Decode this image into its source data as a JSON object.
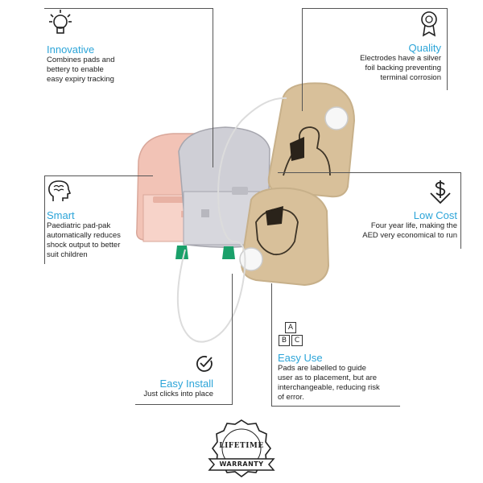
{
  "features": {
    "innovative": {
      "title": "Innovative",
      "desc": "Combines pads and\nbettery to enable\neasy expiry tracking",
      "icon": "lightbulb-icon"
    },
    "quality": {
      "title": "Quality",
      "desc": "Electrodes have a silver\nfoil backing preventing\nterminal corrosion",
      "icon": "award-ribbon-icon"
    },
    "smart": {
      "title": "Smart",
      "desc": "Paediatric pad-pak\nautomatically reduces\nshock output to better\nsuit children",
      "icon": "brain-head-icon"
    },
    "low_cost": {
      "title": "Low Cost",
      "desc": "Four year life, making the\nAED very economical to run",
      "icon": "dollar-arrow-icon"
    },
    "easy_use": {
      "title": "Easy Use",
      "desc": "Pads are labelled to guide\nuser as to placement, but are\ninterchangeable, reducing risk\nof error.",
      "icon": "abc-blocks-icon",
      "blocks": [
        "A",
        "B",
        "C"
      ]
    },
    "easy_install": {
      "title": "Easy Install",
      "desc": "Just clicks into place",
      "icon": "checkmark-icon"
    }
  },
  "badge": {
    "top": "LIFETIME",
    "bottom": "WARRANTY",
    "icon": "warranty-badge-icon"
  },
  "colors": {
    "accent": "#2ba4d8",
    "pink_pak": "#f2c3b6",
    "grey_pak": "#c9c9cf",
    "pad": "#d8c09a",
    "green_tab": "#1aa06a"
  }
}
